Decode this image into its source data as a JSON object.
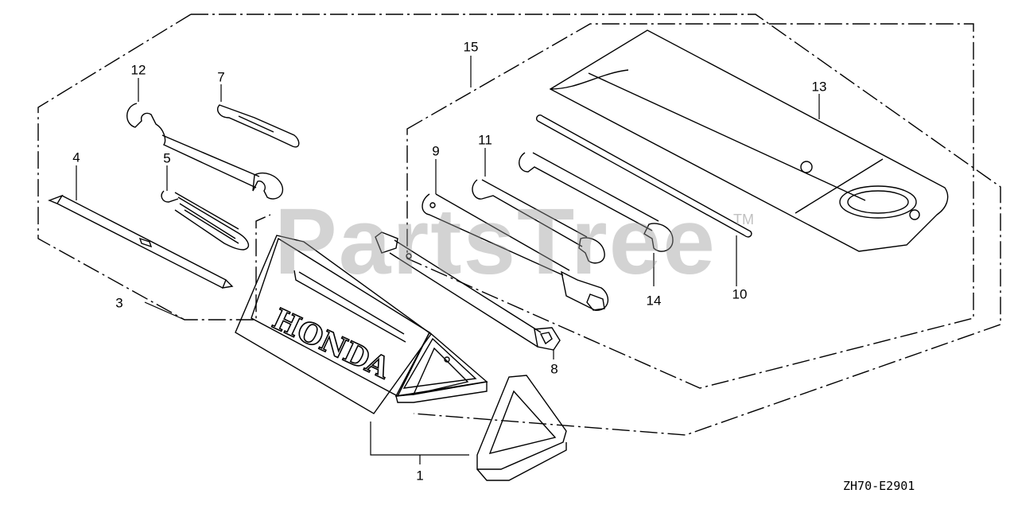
{
  "watermark": {
    "text": "PartsTree",
    "tm": "TM"
  },
  "diagram_code": "ZH70-E2901",
  "part_brand_text": "HONDA",
  "callouts": {
    "p1": "1",
    "p3": "3",
    "p4": "4",
    "p5": "5",
    "p7": "7",
    "p8": "8",
    "p9": "9",
    "p10": "10",
    "p11": "11",
    "p12": "12",
    "p13": "13",
    "p14": "14",
    "p15": "15"
  },
  "colors": {
    "line": "#000000",
    "background": "#ffffff",
    "watermark": "#969696"
  }
}
